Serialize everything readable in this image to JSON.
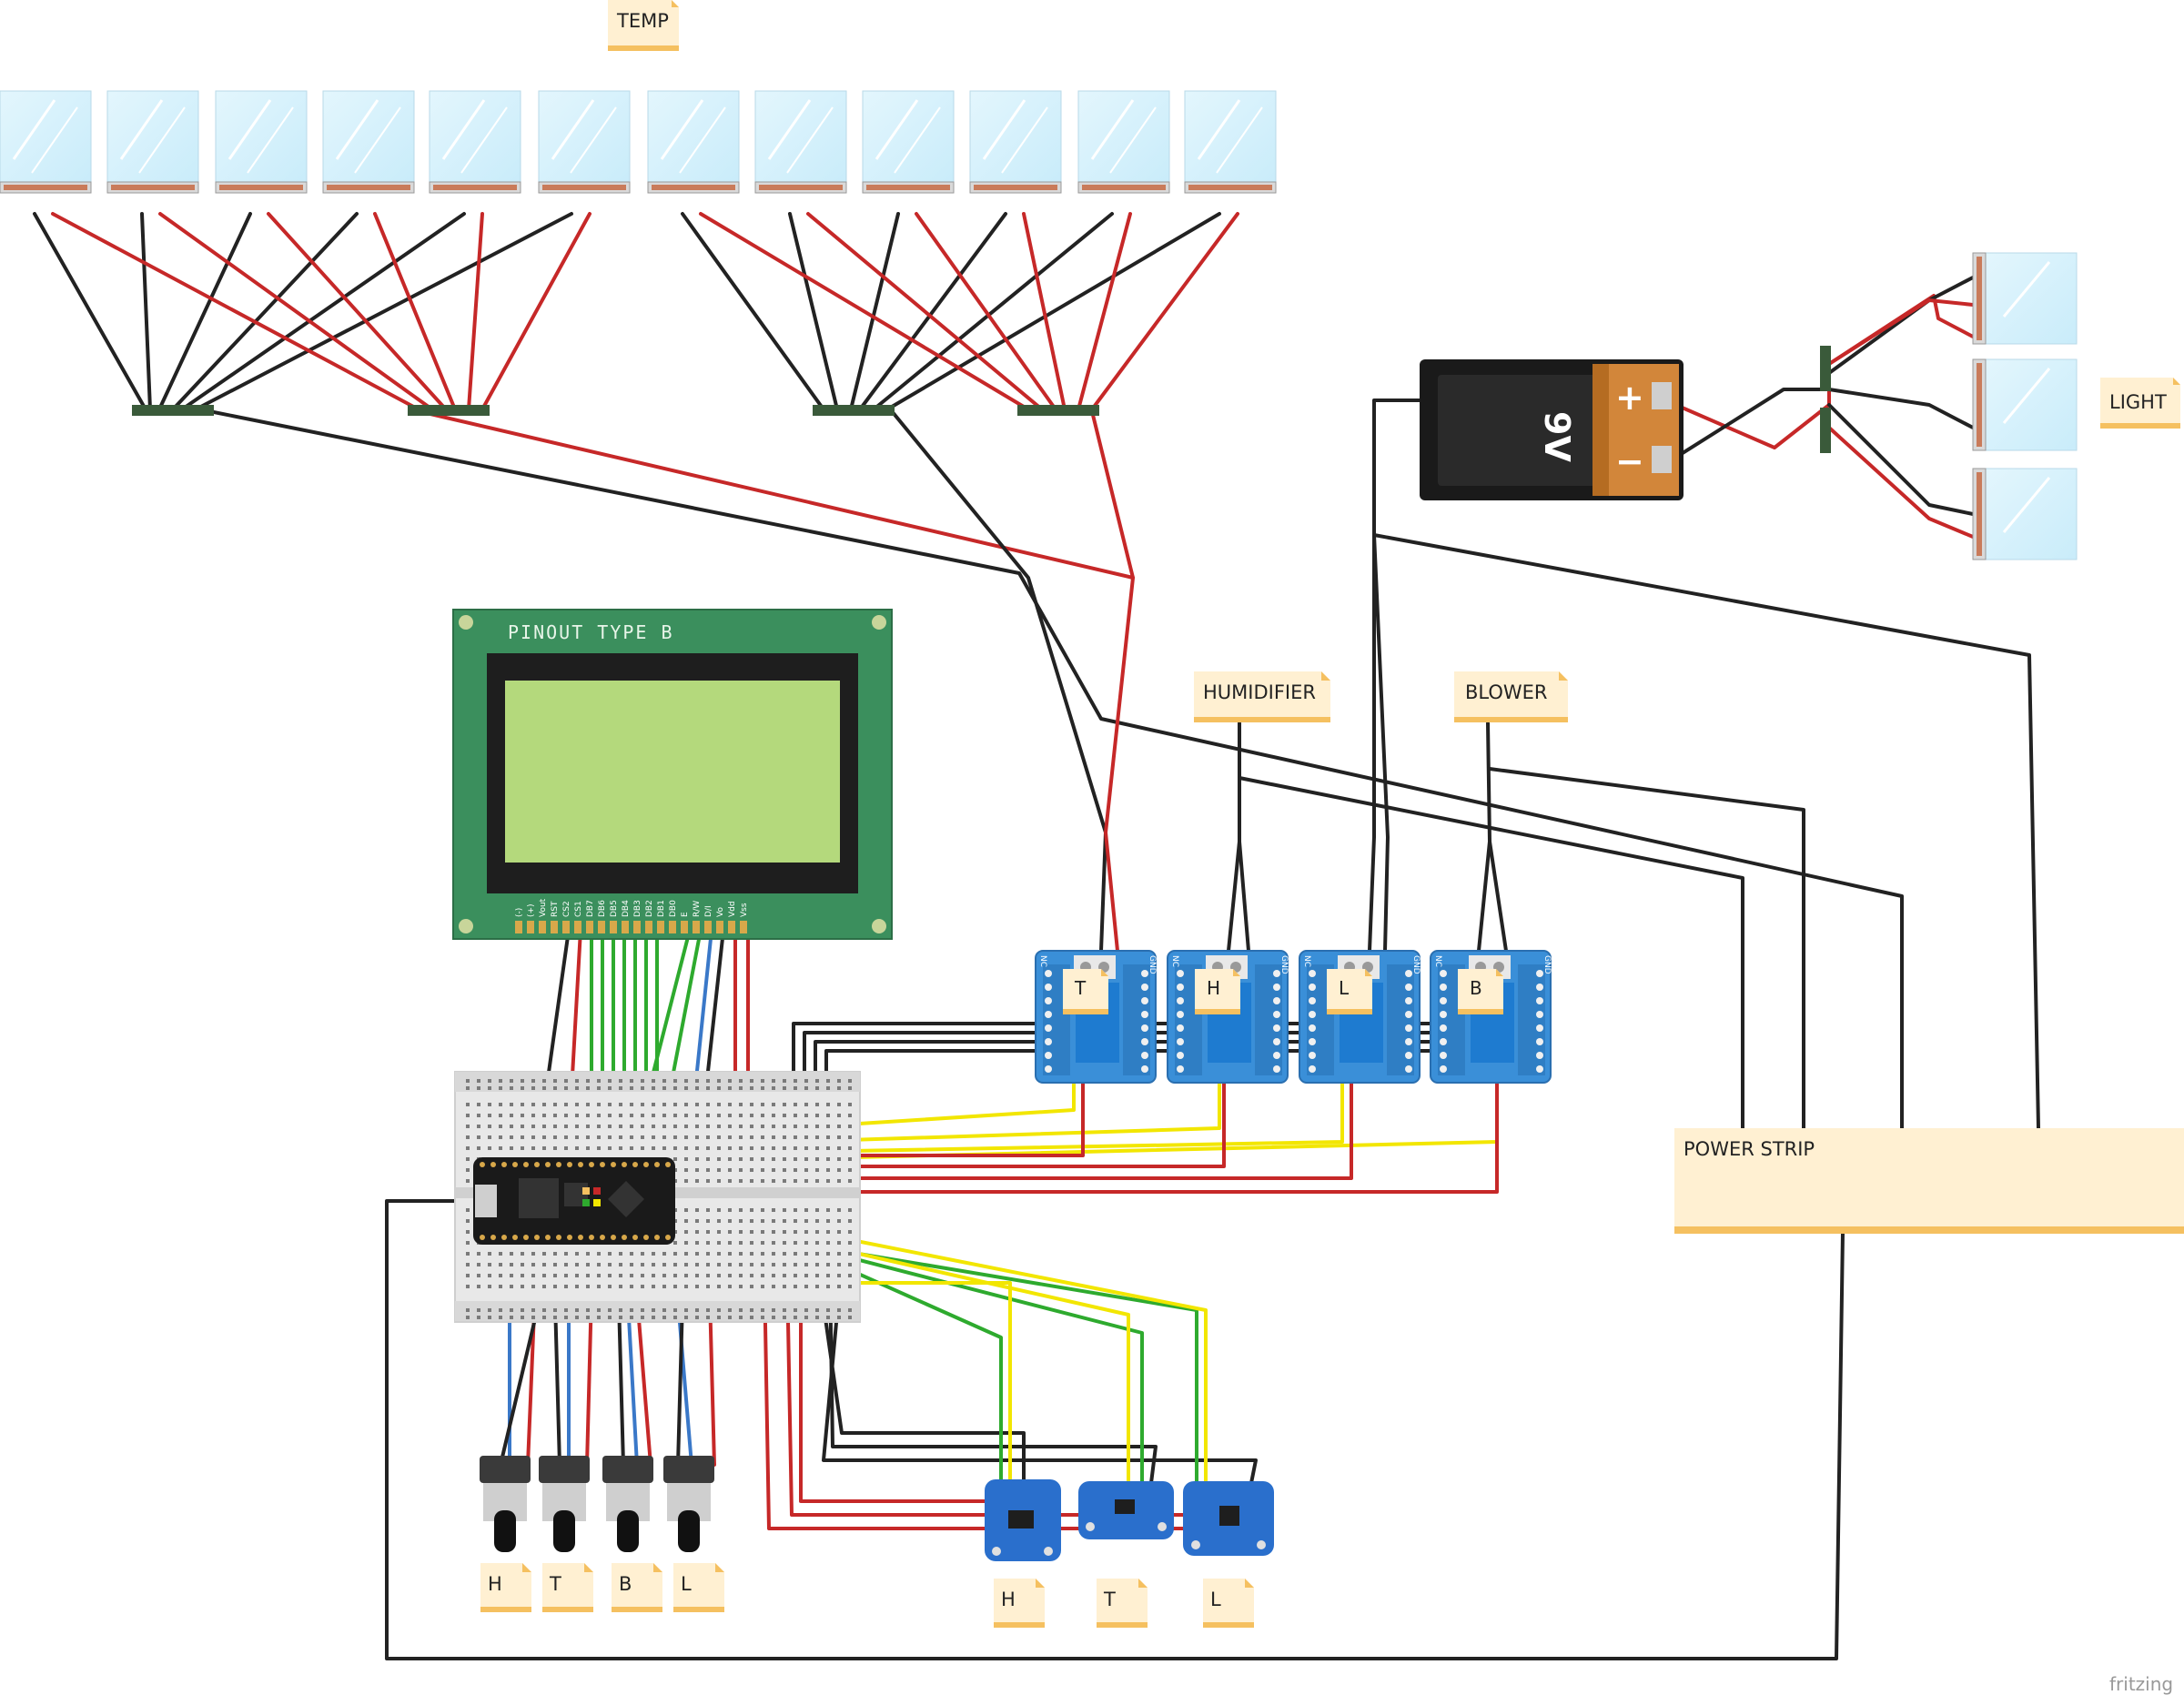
{
  "diagram": {
    "tool": "fritzing",
    "notes": {
      "temp": "TEMP",
      "light": "LIGHT",
      "humidifier": "HUMIDIFIER",
      "blower": "BLOWER",
      "power_strip": "POWER STRIP"
    },
    "lcd": {
      "title": "PINOUT TYPE B",
      "pin_labels": [
        "(-)",
        "(+)",
        "Vout",
        "RST",
        "CS2",
        "CS1",
        "DB7",
        "DB6",
        "DB5",
        "DB4",
        "DB3",
        "DB2",
        "DB1",
        "DB0",
        "E",
        "R/W",
        "D/I",
        "Vo",
        "Vdd",
        "Vss"
      ]
    },
    "battery": {
      "label": "9V",
      "plus": "+",
      "minus": "−"
    },
    "relays": [
      {
        "id": "T",
        "label": "T"
      },
      {
        "id": "H",
        "label": "H"
      },
      {
        "id": "L",
        "label": "L"
      },
      {
        "id": "B",
        "label": "B"
      }
    ],
    "relay_pin_labels": {
      "nc": "NC",
      "gnd": "GND"
    },
    "potentiometer_labels": [
      "H",
      "T",
      "B",
      "L"
    ],
    "sensor_labels": [
      "H",
      "T",
      "L"
    ],
    "colors": {
      "wire_black": "#222222",
      "wire_red": "#c62828",
      "wire_green": "#2eaa2e",
      "wire_yellow": "#f2e600",
      "wire_blue": "#3a78c8",
      "lcd_board": "#3b8f5d",
      "lcd_screen": "#b4d97c",
      "relay_board": "#3a8fd8",
      "note_fill": "#fff0d2",
      "note_border": "#f5c060"
    }
  }
}
